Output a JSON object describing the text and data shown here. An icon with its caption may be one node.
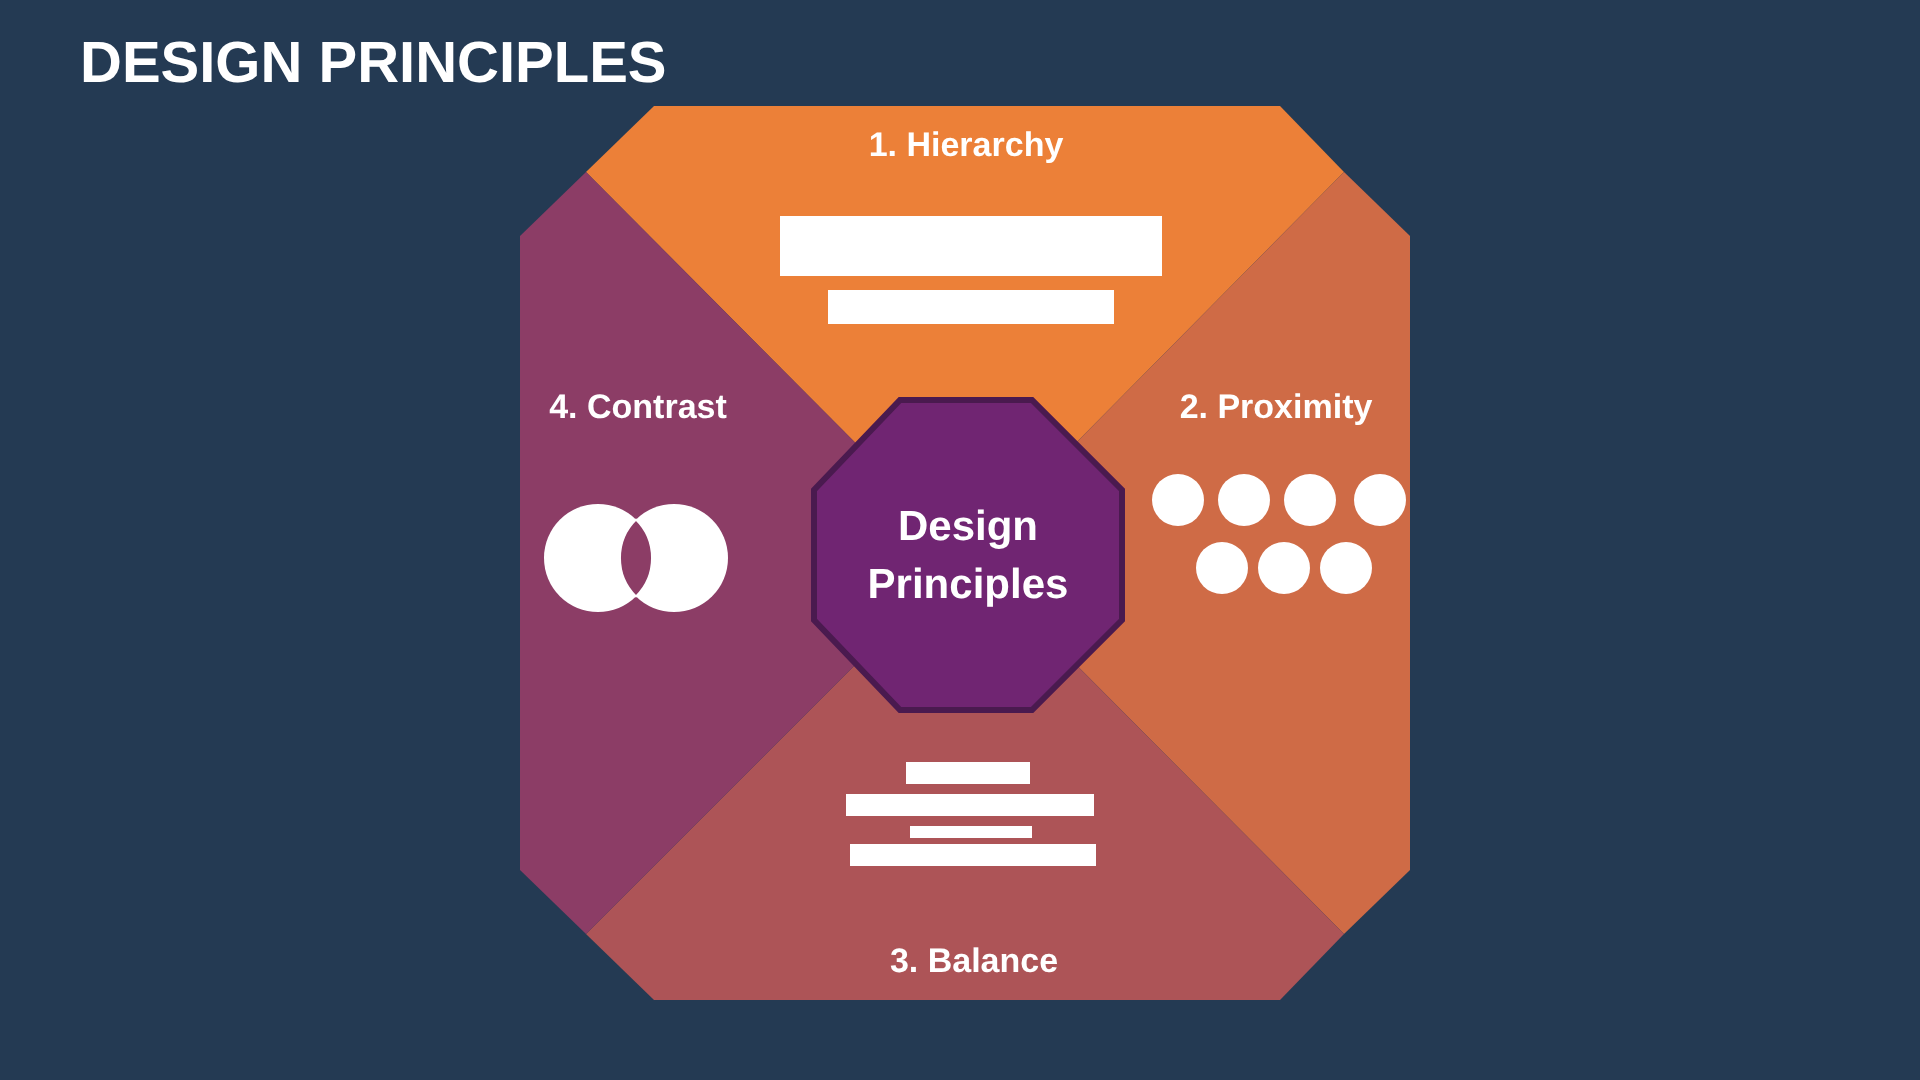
{
  "diagram": {
    "title": "DESIGN PRINCIPLES",
    "nodes": [
      {
        "text": [
          "1. Hierarchy"
        ]
      },
      {
        "text": [
          "2. Proximity"
        ]
      },
      {
        "text": [
          "3. Balance"
        ]
      },
      {
        "text": [
          "4. Contrast"
        ]
      },
      {
        "text": [
          "Design Principles"
        ]
      }
    ]
  }
}
